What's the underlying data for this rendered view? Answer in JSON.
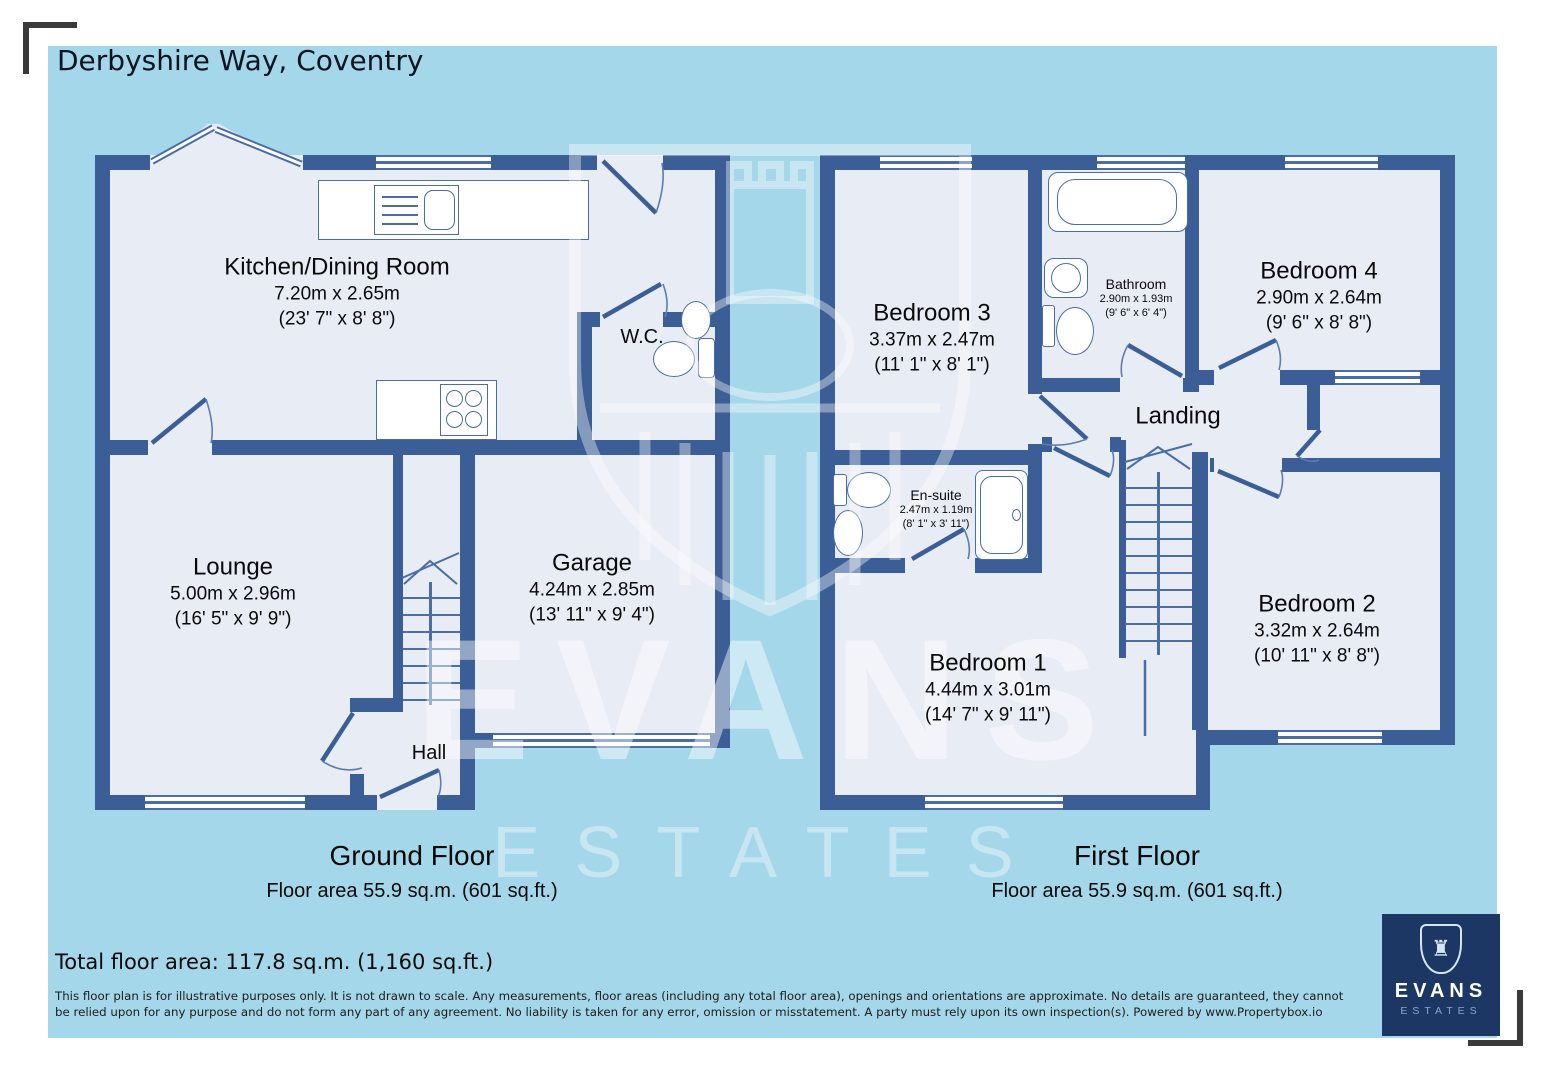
{
  "header": {
    "title": "Derbyshire Way, Coventry"
  },
  "ground_floor": {
    "title": "Ground Floor",
    "area_label": "Floor area 55.9 sq.m. (601 sq.ft.)",
    "rooms": {
      "kitchen": {
        "name": "Kitchen/Dining Room",
        "metric": "7.20m x 2.65m",
        "imperial": "(23' 7\" x 8' 8\")"
      },
      "wc": {
        "name": "W.C."
      },
      "lounge": {
        "name": "Lounge",
        "metric": "5.00m x 2.96m",
        "imperial": "(16' 5\" x 9' 9\")"
      },
      "garage": {
        "name": "Garage",
        "metric": "4.24m x 2.85m",
        "imperial": "(13' 11\" x 9' 4\")"
      },
      "hall": {
        "name": "Hall"
      }
    }
  },
  "first_floor": {
    "title": "First Floor",
    "area_label": "Floor area 55.9 sq.m. (601 sq.ft.)",
    "rooms": {
      "bedroom3": {
        "name": "Bedroom 3",
        "metric": "3.37m x 2.47m",
        "imperial": "(11' 1\" x 8' 1\")"
      },
      "bathroom": {
        "name": "Bathroom",
        "metric": "2.90m x 1.93m",
        "imperial": "(9' 6\" x 6' 4\")"
      },
      "bedroom4": {
        "name": "Bedroom 4",
        "metric": "2.90m x 2.64m",
        "imperial": "(9' 6\" x 8' 8\")"
      },
      "landing": {
        "name": "Landing"
      },
      "ensuite": {
        "name": "En-suite",
        "metric": "2.47m x 1.19m",
        "imperial": "(8' 1\" x 3' 11\")"
      },
      "bedroom1": {
        "name": "Bedroom 1",
        "metric": "4.44m x 3.01m",
        "imperial": "(14' 7\" x 9' 11\")"
      },
      "bedroom2": {
        "name": "Bedroom 2",
        "metric": "3.32m x 2.64m",
        "imperial": "(10' 11\" x 8' 8\")"
      }
    }
  },
  "footer": {
    "total_area": "Total floor area: 117.8 sq.m. (1,160 sq.ft.)",
    "disclaimer": "This floor plan is for illustrative purposes only. It is not drawn to scale. Any measurements, floor areas (including any total floor area), openings and orientations are approximate. No details are guaranteed, they cannot be relied upon for any purpose and do not form any part of any agreement. No liability is taken for any error, omission or misstatement. A party must rely upon its own inspection(s). Powered by www.Propertybox.io"
  },
  "watermark": {
    "line1": "EVANS",
    "line2": "ESTATES"
  },
  "logo": {
    "name": "EVANS",
    "tagline": "ESTATES"
  },
  "colors": {
    "background": "#a5d7ea",
    "wall": "#3b5e97",
    "floor": "#e8ecf5",
    "fixture": "#4a6da6",
    "logo_navy": "#1c3764"
  }
}
